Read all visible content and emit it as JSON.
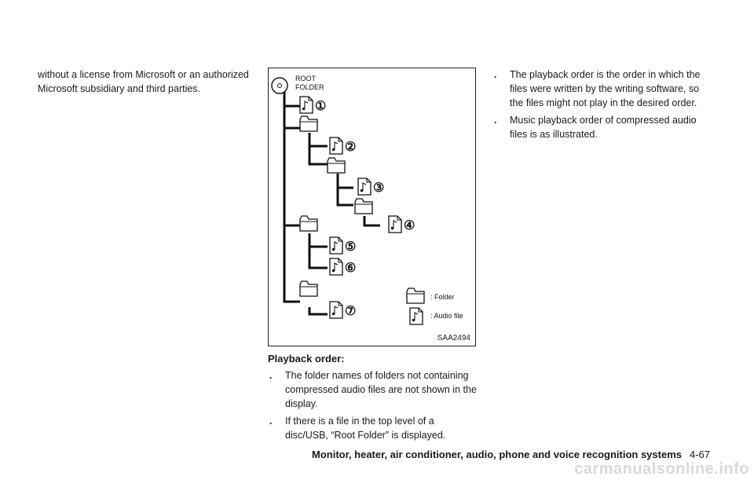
{
  "left_column": {
    "text_line1": "without a license from Microsoft or an authorized",
    "text_line2": "Microsoft subsidiary and third parties."
  },
  "figure": {
    "root_label_line1": "ROOT",
    "root_label_line2": "FOLDER",
    "file_numbers": [
      "①",
      "②",
      "③",
      "④",
      "⑤",
      "⑥",
      "⑦"
    ],
    "legend_folder": ": Folder",
    "legend_audio": ": Audio file",
    "code": "SAA2494"
  },
  "playback": {
    "heading": "Playback order:",
    "bullets": [
      "The folder names of folders not containing compressed audio files are not shown in the display.",
      "If there is a file in the top level of a disc/USB, “Root Folder” is displayed."
    ],
    "bullet_mark": "."
  },
  "right_column": {
    "bullets": [
      "The playback order is the order in which the files were written by the writing software, so the files might not play in the desired order.",
      "Music playback order of compressed audio files is as illustrated."
    ]
  },
  "footer": {
    "section": "Monitor, heater, air conditioner, audio, phone and voice recognition systems",
    "page": "4-67"
  },
  "watermark": "carmanualsonline.info"
}
